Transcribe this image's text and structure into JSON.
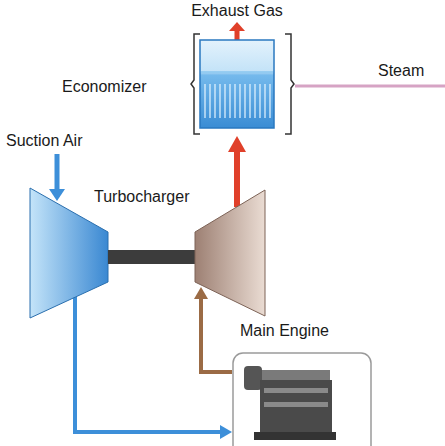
{
  "diagram": {
    "nodes": [
      {
        "text": [
          "Economizer"
        ]
      },
      {
        "text": [
          "Turbocharger"
        ]
      },
      {
        "text": [
          "Main Engine"
        ]
      }
    ],
    "edges": [
      {
        "from": 1,
        "to": 0,
        "arrow": "to"
      },
      {
        "from": 1,
        "to": 2,
        "arrow": "to"
      },
      {
        "from": 2,
        "to": 1,
        "arrow": "to"
      }
    ],
    "labels": [
      "Exhaust Gas",
      "Steam",
      "Suction Air"
    ]
  }
}
